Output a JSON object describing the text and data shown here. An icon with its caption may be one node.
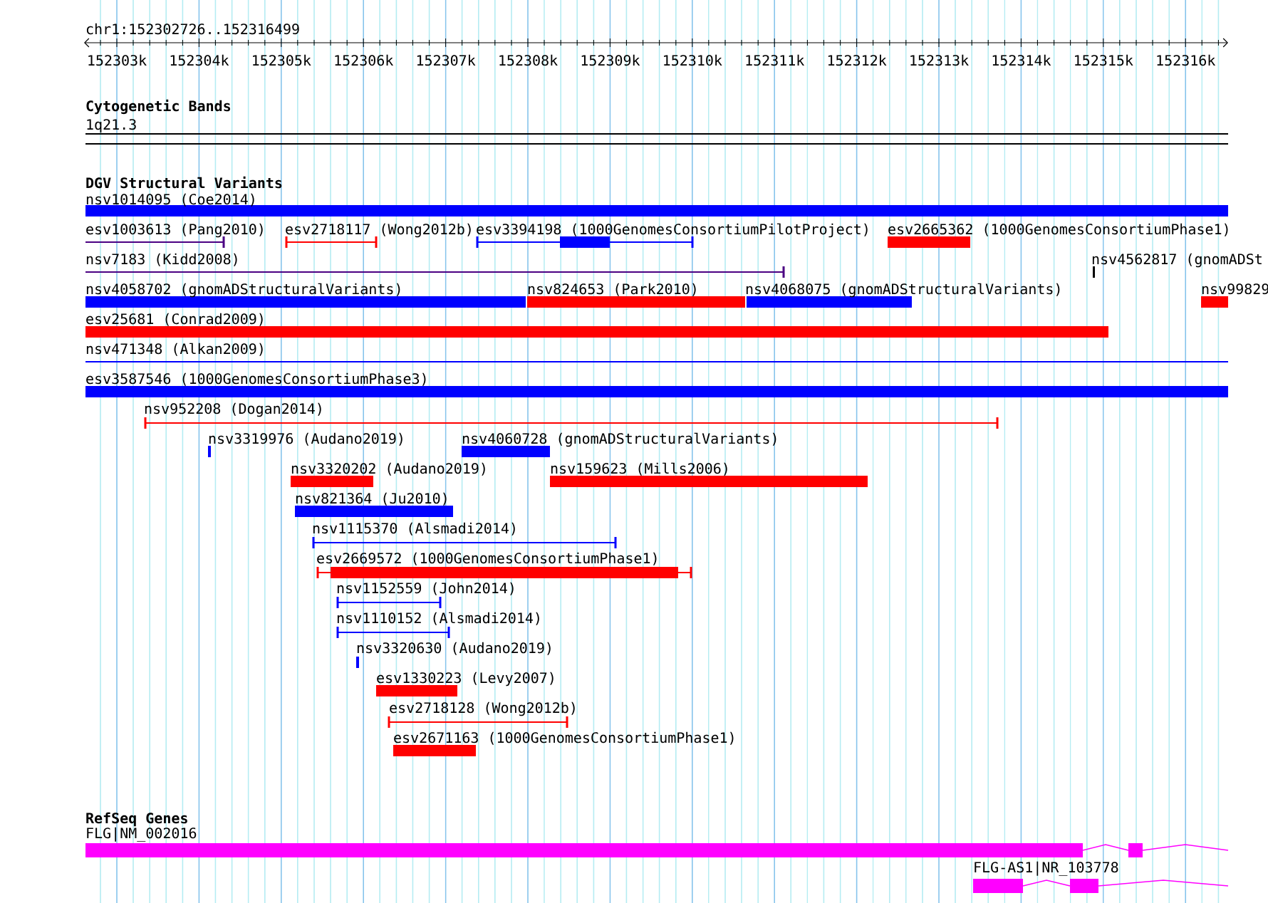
{
  "diagram": {
    "nodes": [
      {
        "text": [
          "nsv1014095 (Coe2014)"
        ]
      },
      {
        "text": [
          "esv1003613 (Pang2010)"
        ]
      },
      {
        "text": [
          "esv2718117 (Wong2012b)"
        ]
      },
      {
        "text": [
          "esv3394198 (1000GenomesConsortiumPilotProject)"
        ]
      },
      {
        "text": [
          "esv2665362 (1000GenomesConsortiumPhase1)"
        ]
      },
      {
        "text": [
          "nsv7183 (Kidd2008)"
        ]
      },
      {
        "text": [
          "nsv4562817 (gnomADSt"
        ]
      },
      {
        "text": [
          "nsv4058702 (gnomADStructuralVariants)"
        ]
      },
      {
        "text": [
          "nsv824653 (Park2010)"
        ]
      },
      {
        "text": [
          "nsv4068075 (gnomADStructuralVariants)"
        ]
      },
      {
        "text": [
          "nsv99829"
        ]
      },
      {
        "text": [
          "esv25681 (Conrad2009)"
        ]
      },
      {
        "text": [
          "nsv471348 (Alkan2009)"
        ]
      },
      {
        "text": [
          "esv3587546 (1000GenomesConsortiumPhase3)"
        ]
      },
      {
        "text": [
          "nsv952208 (Dogan2014)"
        ]
      },
      {
        "text": [
          "nsv3319976 (Audano2019)"
        ]
      },
      {
        "text": [
          "nsv4060728 (gnomADStructuralVariants)"
        ]
      },
      {
        "text": [
          "nsv3320202 (Audano2019)"
        ]
      },
      {
        "text": [
          "nsv159623 (Mills2006)"
        ]
      },
      {
        "text": [
          "nsv821364 (Ju2010)"
        ]
      },
      {
        "text": [
          "nsv1115370 (Alsmadi2014)"
        ]
      },
      {
        "text": [
          "esv2669572 (1000GenomesConsortiumPhase1)"
        ]
      },
      {
        "text": [
          "nsv1152559 (John2014)"
        ]
      },
      {
        "text": [
          "nsv1110152 (Alsmadi2014)"
        ]
      },
      {
        "text": [
          "nsv3320630 (Audano2019)"
        ]
      },
      {
        "text": [
          "esv1330223 (Levy2007)"
        ]
      },
      {
        "text": [
          "esv2718128 (Wong2012b)"
        ]
      },
      {
        "text": [
          "esv2671163 (1000GenomesConsortiumPhase1)"
        ]
      },
      {
        "text": [
          "FLG|NM_002016"
        ]
      },
      {
        "text": [
          "FLG-AS1|NR_103778"
        ]
      }
    ],
    "labels": [
      "chr1:152302726..152316499",
      "152303k",
      "152304k",
      "152305k",
      "152306k",
      "152307k",
      "152308k",
      "152309k",
      "152310k",
      "152311k",
      "152312k",
      "152313k",
      "152314k",
      "152315k",
      "152316k",
      "Cytogenetic Bands",
      "1q21.3",
      "DGV Structural Variants",
      "RefSeq Genes"
    ]
  }
}
